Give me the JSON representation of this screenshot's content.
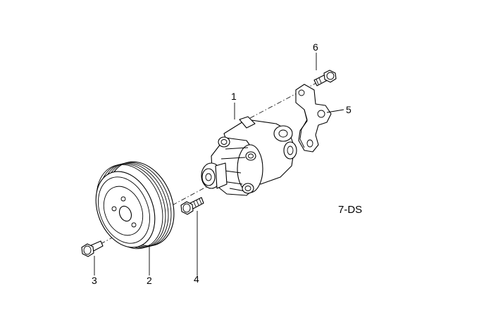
{
  "diagram": {
    "parts": [
      {
        "number": "1",
        "part": "power-steering-pump"
      },
      {
        "number": "2",
        "part": "pulley"
      },
      {
        "number": "3",
        "part": "pulley-bolt"
      },
      {
        "number": "4",
        "part": "pump-bolt"
      },
      {
        "number": "5",
        "part": "bracket"
      },
      {
        "number": "6",
        "part": "bracket-bolt"
      }
    ],
    "diagram_code": "7-DS"
  }
}
